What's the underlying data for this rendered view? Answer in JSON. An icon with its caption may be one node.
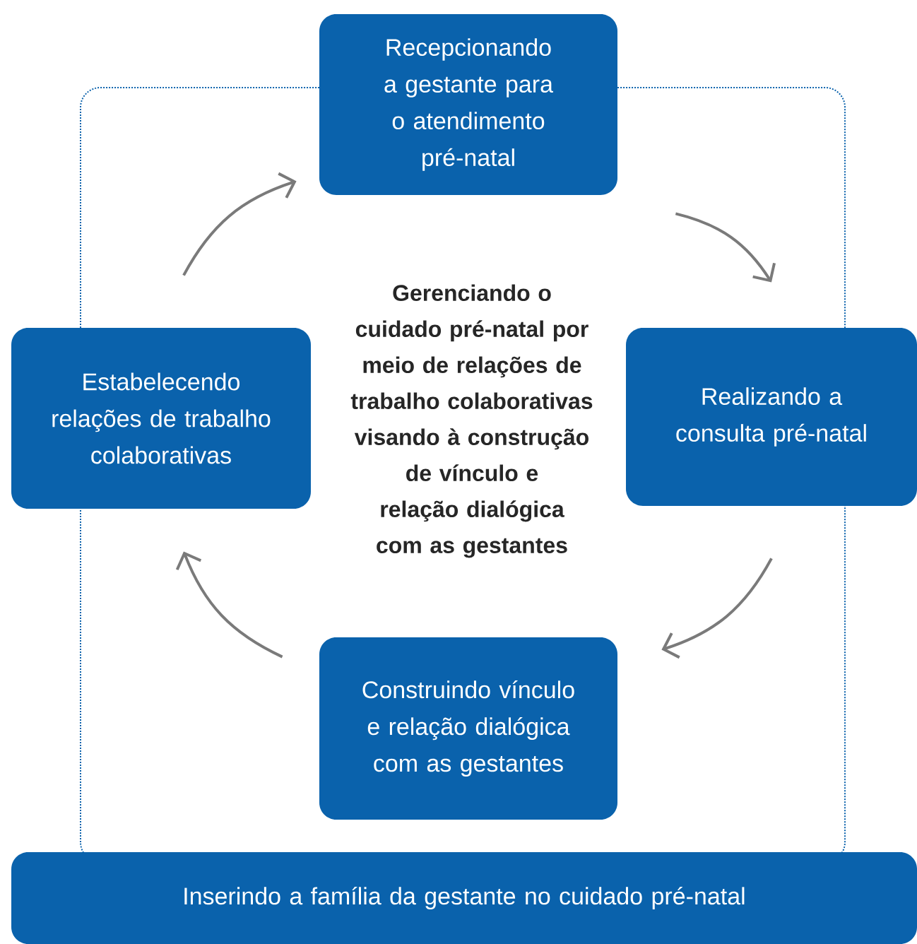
{
  "diagram": {
    "nodes": [
      {
        "text": [
          "Recepcionando a gestante para o atendimento pré-natal"
        ]
      },
      {
        "text": [
          "Realizando a consulta pré-natal"
        ]
      },
      {
        "text": [
          "Construindo vínculo e relação dialógica com as gestantes"
        ]
      },
      {
        "text": [
          "Estabelecendo relações de trabalho colaborativas"
        ]
      },
      {
        "text": [
          "Inserindo a família da gestante no cuidado pré-natal"
        ]
      }
    ],
    "edges": [
      {
        "from": 0,
        "to": 1,
        "arrow": "to"
      },
      {
        "from": 1,
        "to": 2,
        "arrow": "to"
      },
      {
        "from": 2,
        "to": 3,
        "arrow": "to"
      },
      {
        "from": 3,
        "to": 0,
        "arrow": "to"
      }
    ],
    "labels": [
      "Gerenciando o cuidado pré-natal por meio de relações de trabalho colaborativas visando à construção de vínculo e relação dialógica com as gestantes"
    ]
  }
}
